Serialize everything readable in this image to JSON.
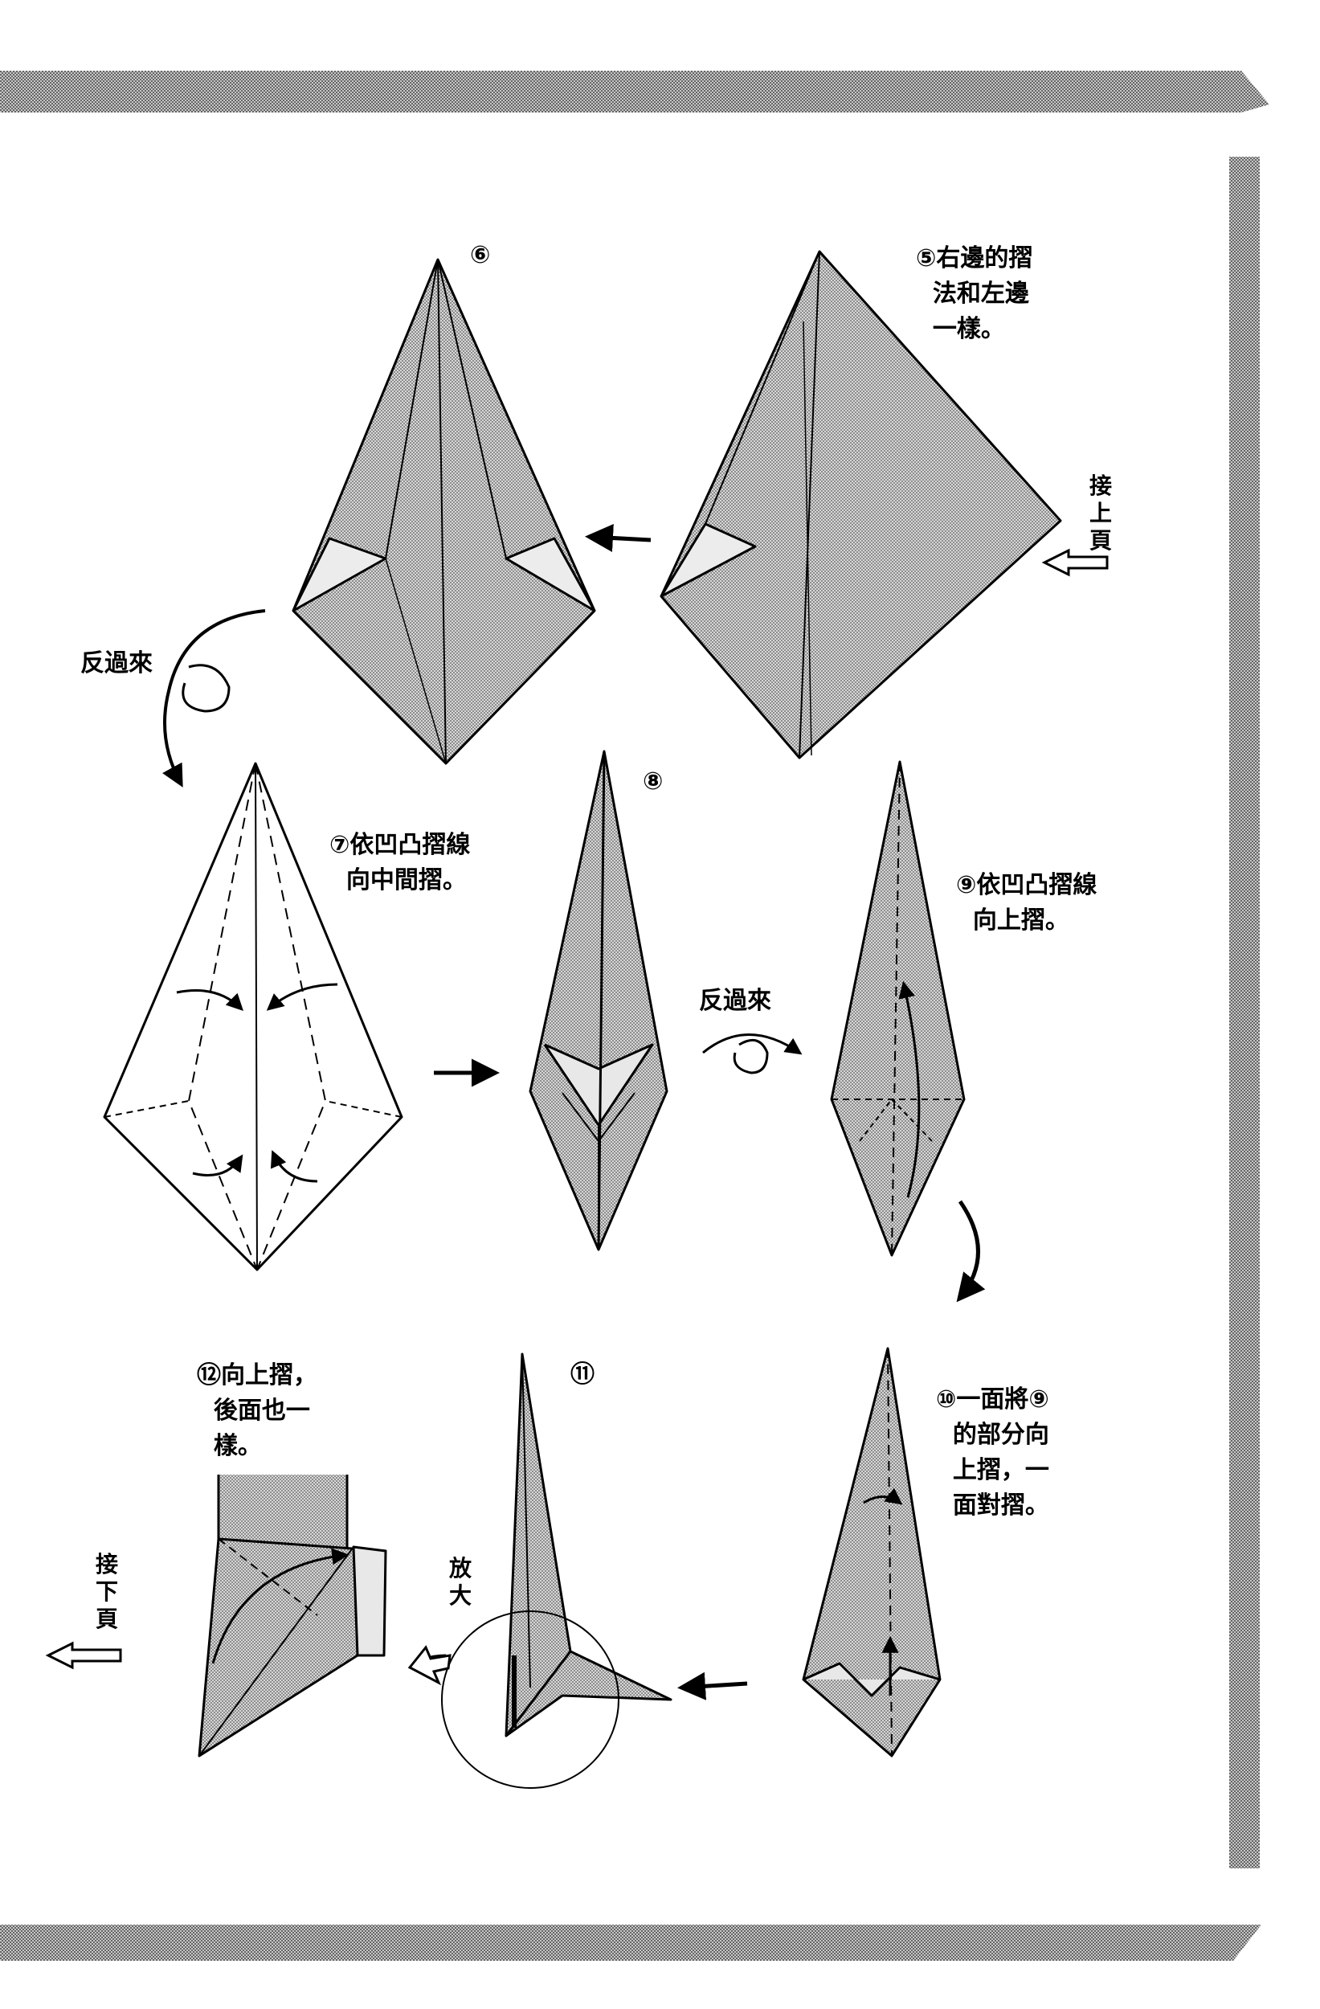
{
  "steps": {
    "s5": "⑤右邊的摺\n  法和左邊\n  一樣。",
    "s6": "⑥",
    "s7": "⑦依凹凸摺線\n  向中間摺。",
    "s8": "⑧",
    "s9": "⑨依凹凸摺線\n  向上摺。",
    "s10": "⑩一面將⑨\n  的部分向\n  上摺，一\n  面對摺。",
    "s11": "⑪",
    "s12": "⑫向上摺，\n  後面也一\n  樣。"
  },
  "labels": {
    "continue_prev": "接上頁",
    "continue_next": "接下頁",
    "flip_1": "反過來",
    "flip_2": "反過來",
    "enlarge": "放大"
  },
  "colors": {
    "ink": "#000000",
    "tone": "#b4b4b4",
    "border_tone": "#bdbdbd",
    "paper": "#ffffff"
  }
}
